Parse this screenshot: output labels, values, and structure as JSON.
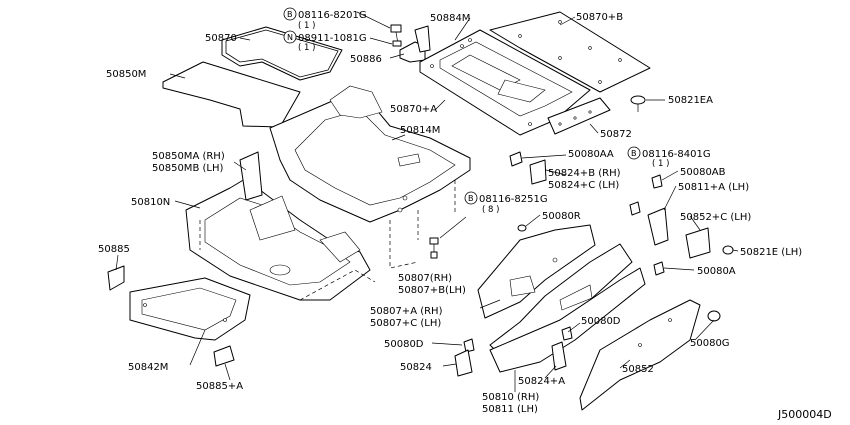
{
  "labels": {
    "p50870": "50870",
    "p50870b": "50870+B",
    "p50884m": "50884M",
    "p50886": "50886",
    "p50850m": "50850M",
    "p50870a": "50870+A",
    "p50821ea": "50821EA",
    "p50814m": "50814M",
    "p50872": "50872",
    "p50850ma": "50850MA (RH)",
    "p50850mb": "50850MB (LH)",
    "p50080aa": "50080AA",
    "p50824b": "50824+B (RH)",
    "p50824c": "50824+C (LH)",
    "p50080ab": "50080AB",
    "p50811a": "50811+A (LH)",
    "p50810n": "50810N",
    "p50080r": "50080R",
    "p50852c": "50852+C (LH)",
    "p50821e": "50821E (LH)",
    "p50885": "50885",
    "p50807": "50807(RH)",
    "p50807b": "50807+B(LH)",
    "p50080a": "50080A",
    "p50807a": "50807+A (RH)",
    "p50807c": "50807+C (LH)",
    "p50080d1": "50080D",
    "p50080d2": "50080D",
    "p50842m": "50842M",
    "p50080g": "50080G",
    "p50824": "50824",
    "p50824a": "50824+A",
    "p50852": "50852",
    "p50885a": "50885+A",
    "p50810": "50810 (RH)",
    "p50811": "50811 (LH)"
  },
  "bolts": {
    "b1": {
      "badge": "B",
      "code": "08116-8201G",
      "qty": "( 1 )"
    },
    "b2": {
      "badge": "N",
      "code": "08911-1081G",
      "qty": "( 1 )"
    },
    "b3": {
      "badge": "B",
      "code": "08116-8401G",
      "qty": "( 1 )"
    },
    "b4": {
      "badge": "B",
      "code": "08116-8251G",
      "qty": "( 8 )"
    }
  },
  "diagram_code": "J500004D"
}
